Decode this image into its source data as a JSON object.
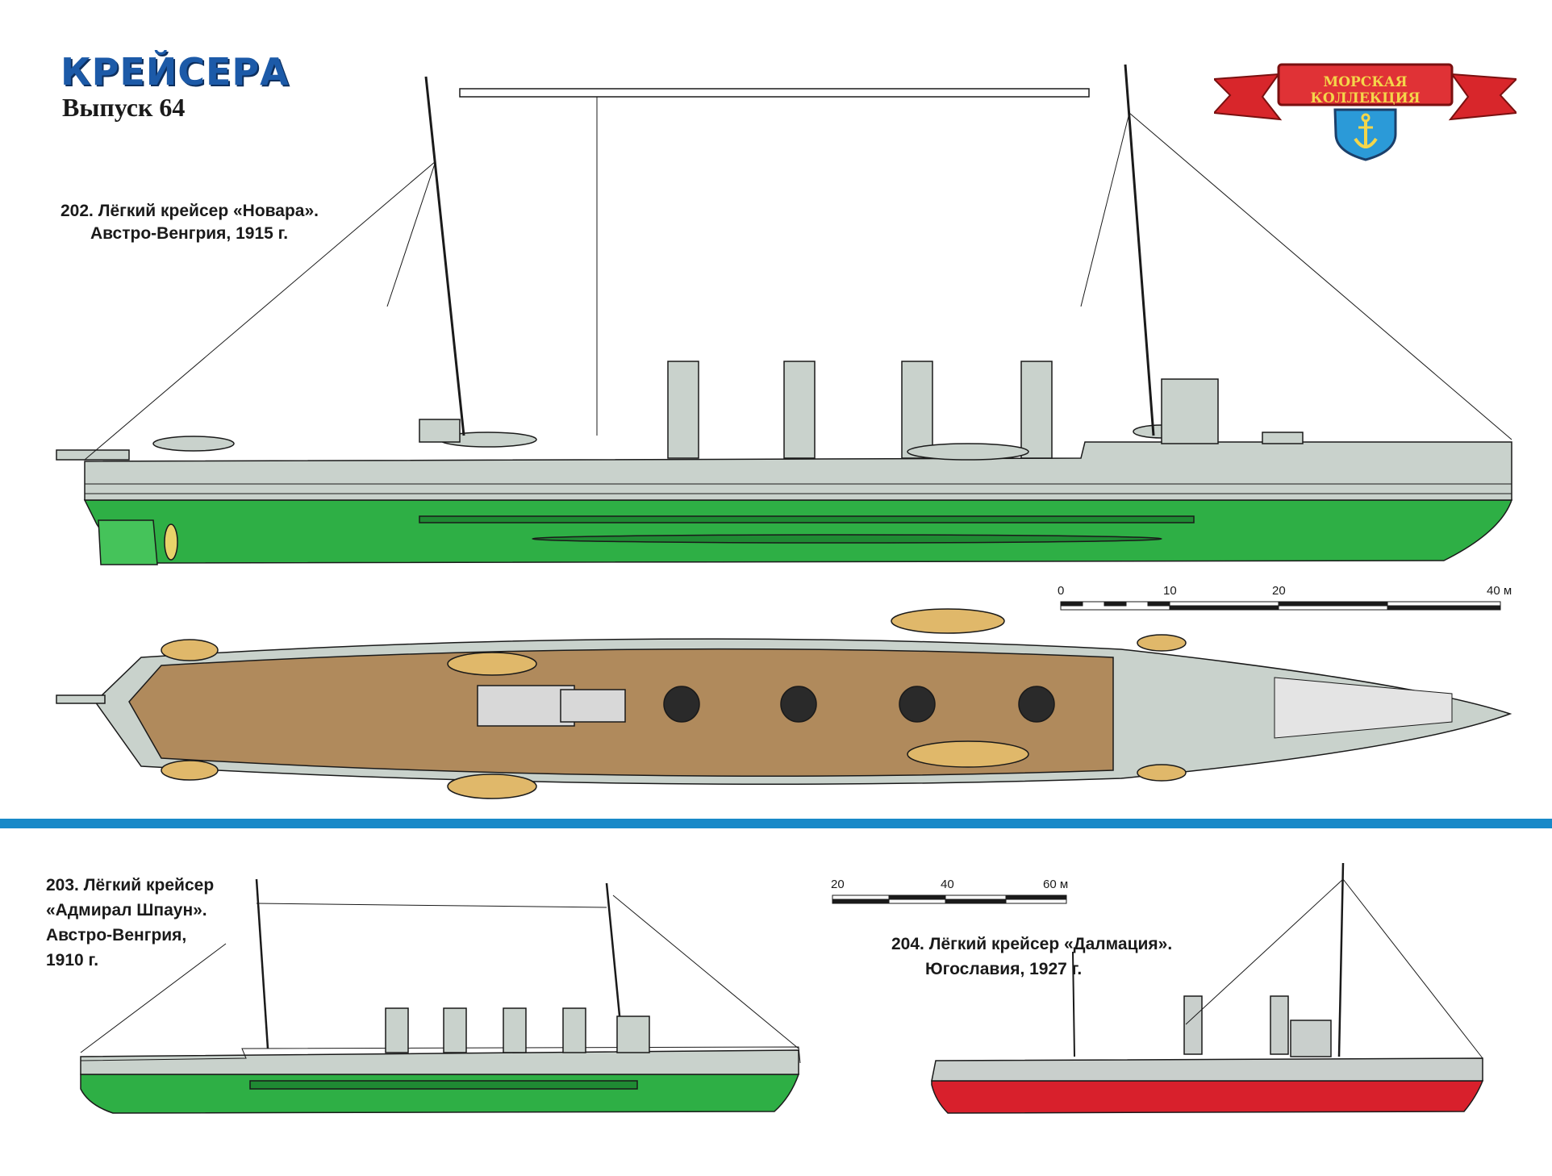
{
  "header": {
    "title": "КРЕЙСЕРА",
    "issue": "Выпуск 64"
  },
  "logo": {
    "text": "МОРСКАЯ КОЛЛЕКЦИЯ",
    "icon": "anchor-icon"
  },
  "ships": [
    {
      "caption_line1": "202. Лёгкий крейсер «Новара».",
      "caption_line2": "Австро-Венгрия, 1915 г."
    },
    {
      "caption_line1": "203. Лёгкий крейсер",
      "caption_line2": "«Адмирал  Шпаун».",
      "caption_line3": "Австро-Венгрия,",
      "caption_line4": "1910 г."
    },
    {
      "caption_line1": "204. Лёгкий крейсер «Далмация».",
      "caption_line2": "Югославия, 1927 г."
    }
  ],
  "scales": {
    "top": [
      "0",
      "10",
      "20",
      "40 м"
    ],
    "bottom": [
      "20",
      "40",
      "60 м"
    ]
  },
  "colors": {
    "title_blue": "#1c5aa8",
    "hull_green": "#2eaf45",
    "superstructure_gray": "#c9d2cc",
    "deck_wood": "#b08a5c",
    "red_hull": "#d8202c",
    "divider_blue": "#1889c8",
    "ribbon_red": "#d8262b"
  }
}
